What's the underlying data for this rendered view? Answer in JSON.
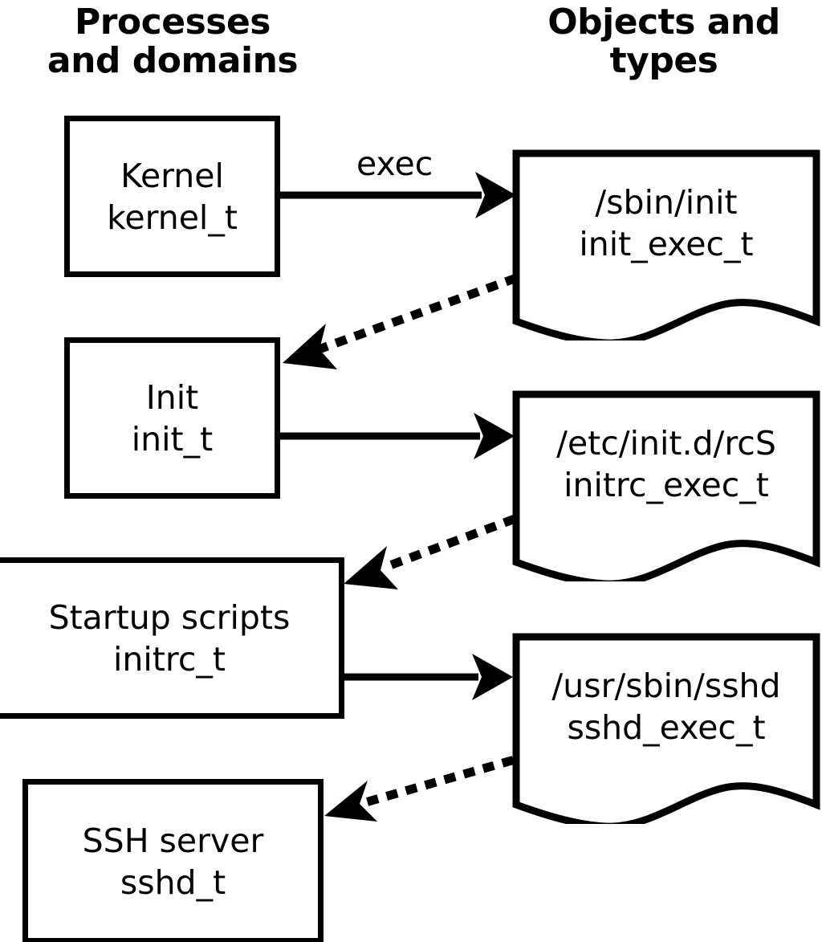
{
  "diagram": {
    "title_left": "Processes\nand domains",
    "title_right": "Objects and\ntypes",
    "colors": {
      "stroke": "#000000",
      "background": "#ffffff",
      "text": "#000000"
    }
  },
  "processes": [
    {
      "id": "kernel",
      "name": "Kernel",
      "type": "kernel_t"
    },
    {
      "id": "init",
      "name": "Init",
      "type": "init_t"
    },
    {
      "id": "initrc",
      "name": "Startup scripts",
      "type": "initrc_t"
    },
    {
      "id": "sshd",
      "name": "SSH server",
      "type": "sshd_t"
    }
  ],
  "objects": [
    {
      "id": "init_exec",
      "path": "/sbin/init",
      "type": "init_exec_t"
    },
    {
      "id": "initrc_exec",
      "path": "/etc/init.d/rcS",
      "type": "initrc_exec_t"
    },
    {
      "id": "sshd_exec",
      "path": "/usr/sbin/sshd",
      "type": "sshd_exec_t"
    }
  ],
  "edges": [
    {
      "id": "kernel-exec-init",
      "from": "kernel",
      "to": "init_exec",
      "label": "exec",
      "style": "solid"
    },
    {
      "id": "initexec-to-init",
      "from": "init_exec",
      "to": "init",
      "label": "",
      "style": "dotted"
    },
    {
      "id": "init-exec-initrc",
      "from": "init",
      "to": "initrc_exec",
      "label": "",
      "style": "solid"
    },
    {
      "id": "initrcexec-to-initrc",
      "from": "initrc_exec",
      "to": "initrc",
      "label": "",
      "style": "dotted"
    },
    {
      "id": "initrc-exec-sshd",
      "from": "initrc",
      "to": "sshd_exec",
      "label": "",
      "style": "solid"
    },
    {
      "id": "sshdexec-to-sshd",
      "from": "sshd_exec",
      "to": "sshd",
      "label": "",
      "style": "dotted"
    }
  ]
}
